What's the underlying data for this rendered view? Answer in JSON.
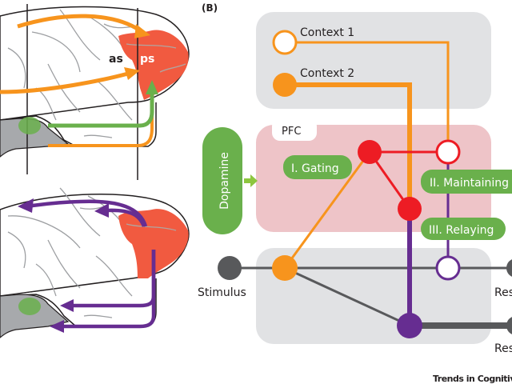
{
  "panel_b": {
    "label": "(B)",
    "context_box": {
      "context1": "Context 1",
      "context2": "Context 2"
    },
    "pfc_box": {
      "label": "PFC",
      "gating": "I. Gating",
      "maintaining": "II. Maintaining",
      "relaying": "III. Relaying"
    },
    "dopamine": "Dopamine",
    "stimulus": "Stimulus",
    "response1": "Res",
    "response2": "Res"
  },
  "panel_a": {
    "label_as": "as",
    "label_ps": "ps"
  },
  "footer": {
    "journal": "Trends in Cognitive"
  },
  "colors": {
    "orange": "#f7941d",
    "green": "#6ab04c",
    "red": "#ed1c24",
    "purple": "#662d91",
    "gray_node": "#58595b",
    "gray_box": "#e1e2e4",
    "pfc_box": "#eec4c8",
    "brain_red": "#f15a40"
  }
}
